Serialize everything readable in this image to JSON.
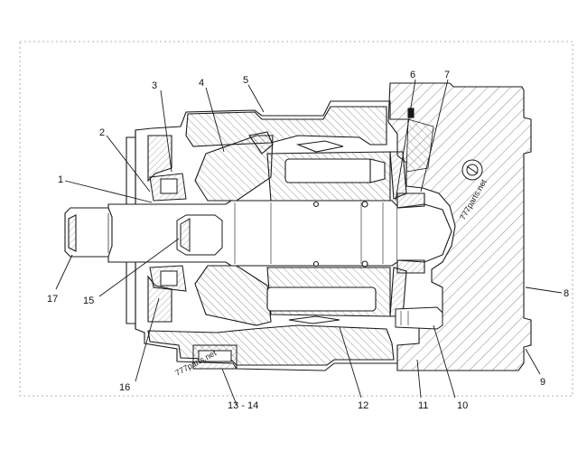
{
  "diagram": {
    "callouts": [
      {
        "id": "1",
        "text": "1"
      },
      {
        "id": "2",
        "text": "2"
      },
      {
        "id": "3",
        "text": "3"
      },
      {
        "id": "4",
        "text": "4"
      },
      {
        "id": "5",
        "text": "5"
      },
      {
        "id": "6",
        "text": "6"
      },
      {
        "id": "7",
        "text": "7"
      },
      {
        "id": "8",
        "text": "8"
      },
      {
        "id": "9",
        "text": "9"
      },
      {
        "id": "10",
        "text": "10"
      },
      {
        "id": "11",
        "text": "11"
      },
      {
        "id": "12",
        "text": "12"
      },
      {
        "id": "13-14",
        "text": "13 - 14"
      },
      {
        "id": "15",
        "text": "15"
      },
      {
        "id": "16",
        "text": "16"
      },
      {
        "id": "17",
        "text": "17"
      }
    ],
    "watermarks": [
      "777parts.net",
      "777parts.net"
    ],
    "colors": {
      "line": "#1a1a1a",
      "hatch": "#555555",
      "background": "#ffffff"
    }
  }
}
